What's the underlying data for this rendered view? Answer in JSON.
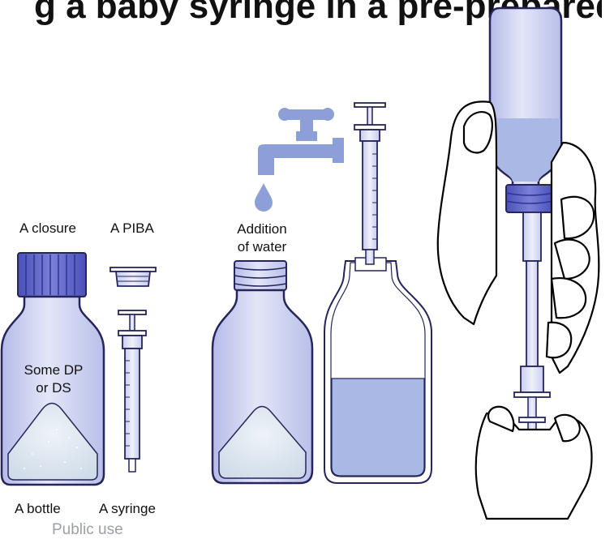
{
  "title": "g a baby syringe in a pre-prepared",
  "labels": {
    "closure": "A closure",
    "piba": "A PIBA",
    "contents_line1": "Some DP",
    "contents_line2": "or DS",
    "bottle": "A bottle",
    "syringe": "A syringe",
    "water_line1": "Addition",
    "water_line2": "of water"
  },
  "footer": "Public use",
  "colors": {
    "glass_blue": "#c9cdf0",
    "outline_navy": "#25255a",
    "cap_blue": "#5c63c9",
    "liquid_blue": "#aab8e6",
    "tap_blue": "#8c9fd6",
    "powder": "#dde6f0",
    "hand_outline": "#000000"
  }
}
